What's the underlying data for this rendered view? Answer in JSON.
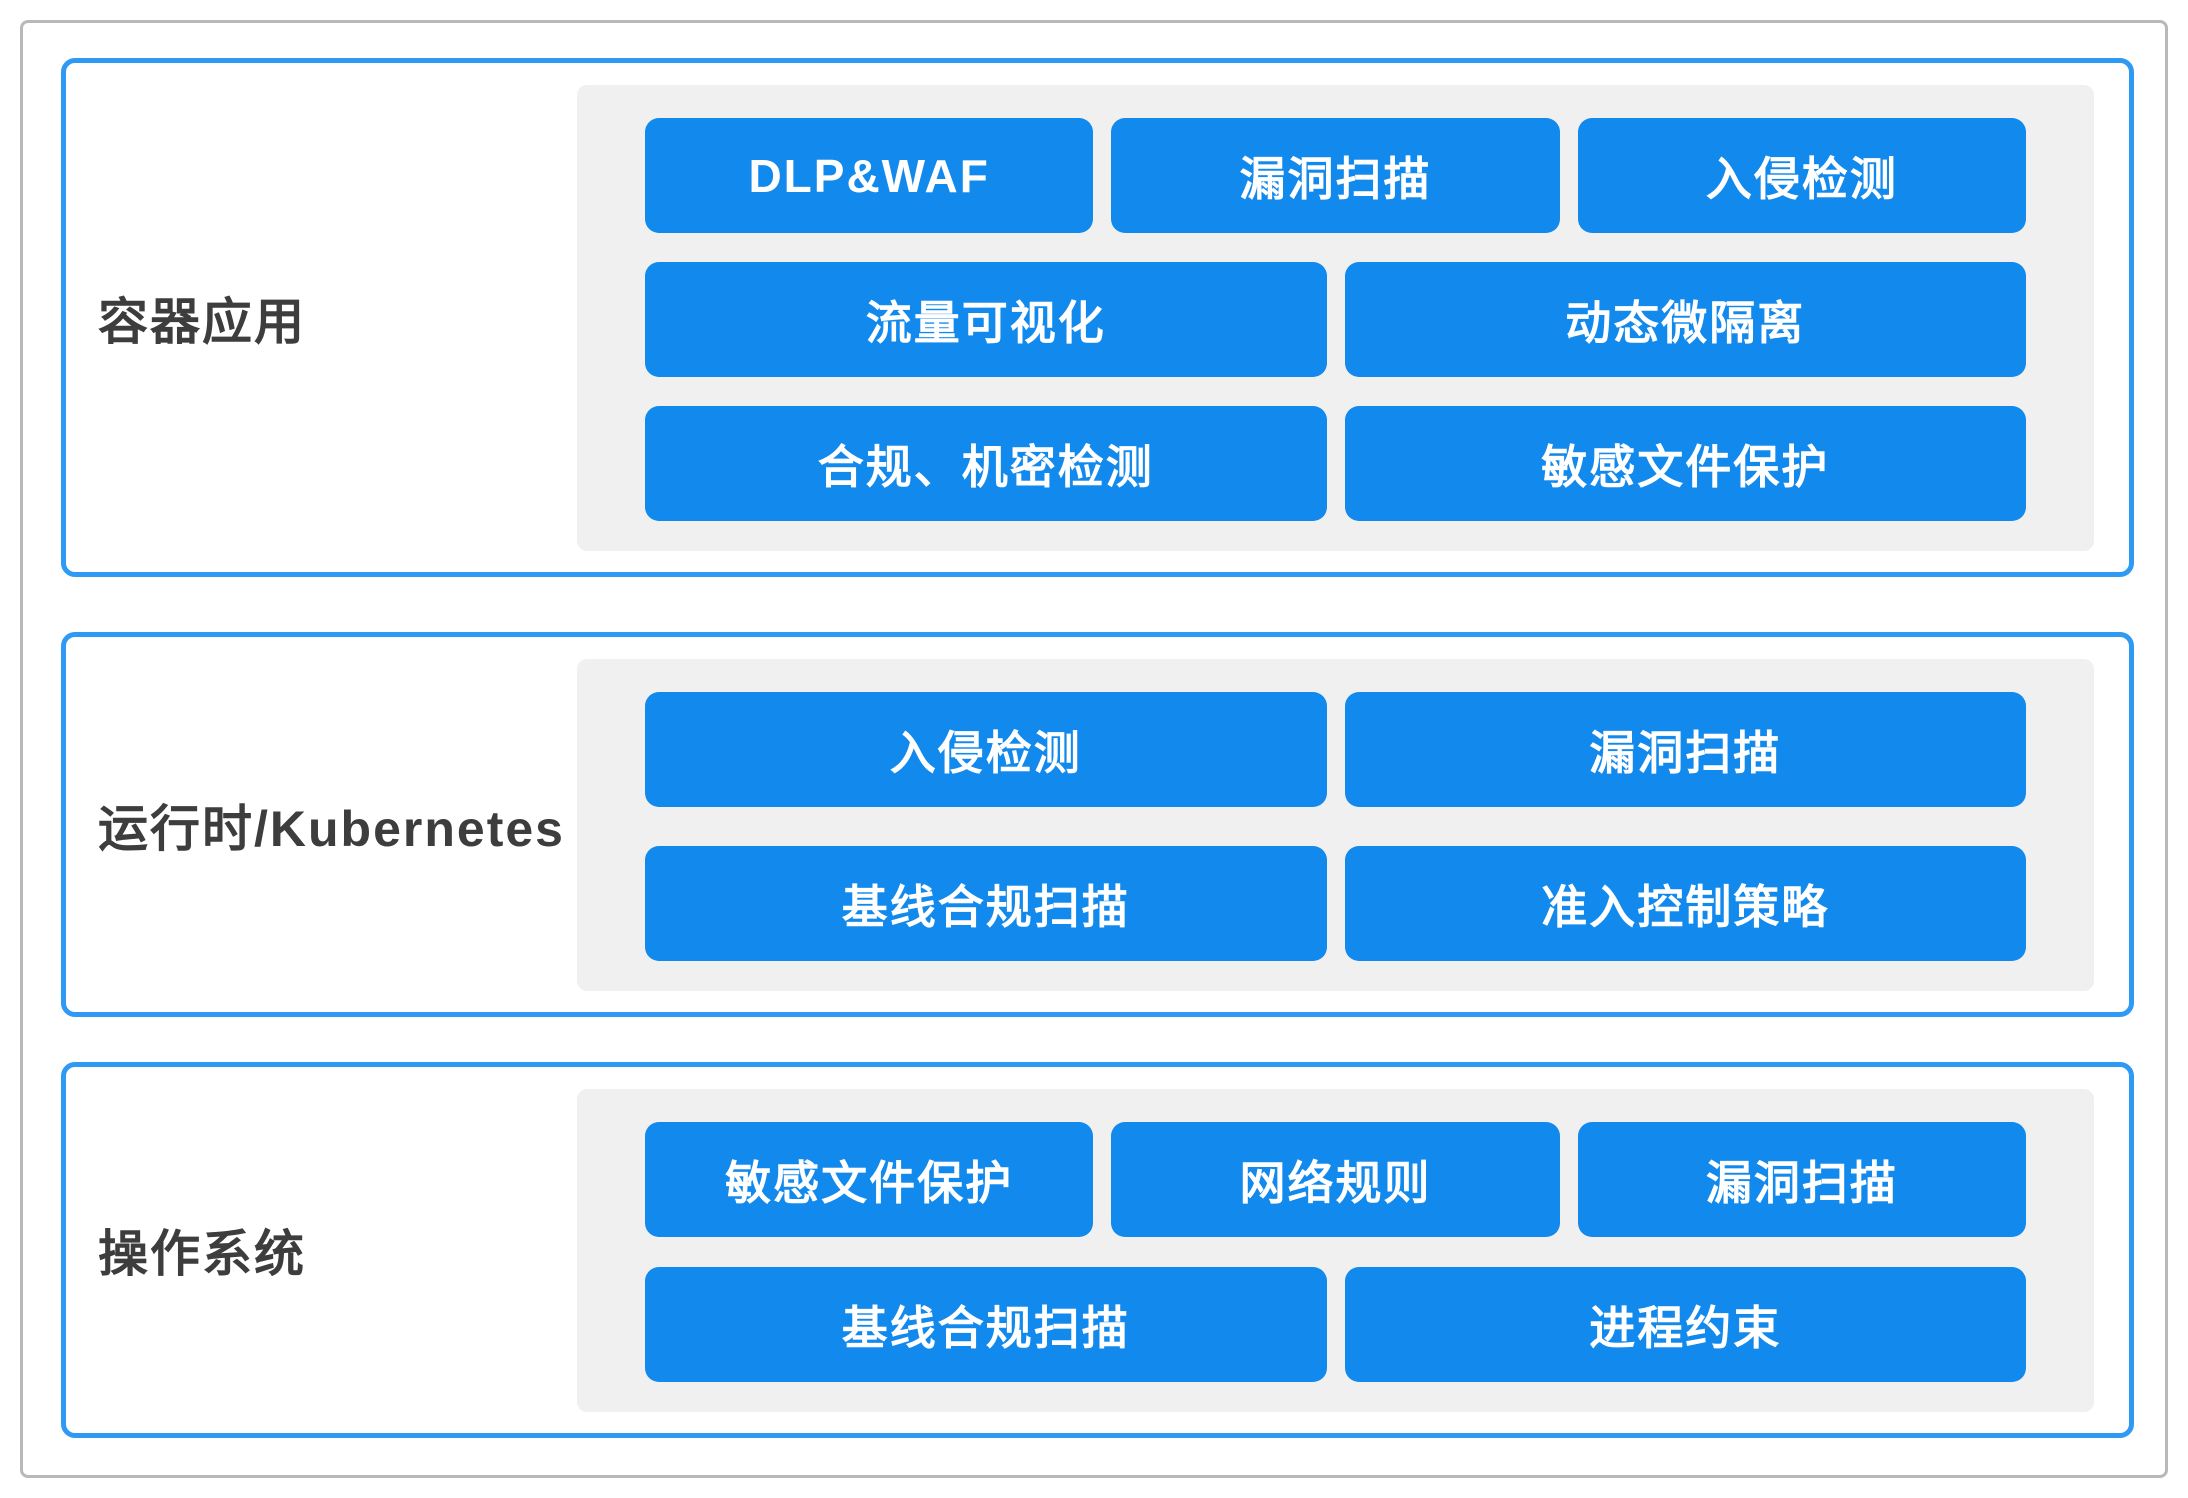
{
  "colors": {
    "button": "#1289ec",
    "button_text": "#ffffff",
    "section_border": "#2e9af4",
    "panel_bg": "#f0f0f0",
    "frame_border": "#b9b9b9",
    "label_text": "#3d3d3d"
  },
  "sections": [
    {
      "label": "容器应用",
      "rows": [
        [
          "DLP&WAF",
          "漏洞扫描",
          "入侵检测"
        ],
        [
          "流量可视化",
          "动态微隔离"
        ],
        [
          "合规、机密检测",
          "敏感文件保护"
        ]
      ]
    },
    {
      "label": "运行时/Kubernetes",
      "rows": [
        [
          "入侵检测",
          "漏洞扫描"
        ],
        [
          "基线合规扫描",
          "准入控制策略"
        ]
      ]
    },
    {
      "label": "操作系统",
      "rows": [
        [
          "敏感文件保护",
          "网络规则",
          "漏洞扫描"
        ],
        [
          "基线合规扫描",
          "进程约束"
        ]
      ]
    }
  ]
}
